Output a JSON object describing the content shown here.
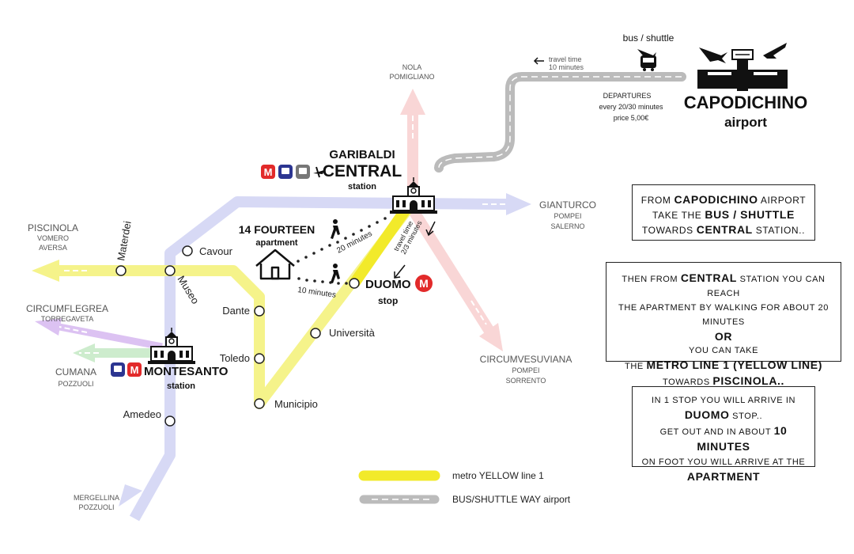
{
  "airport": {
    "name": "CAPODICHINO",
    "sub": "airport",
    "transport": "bus / shuttle",
    "travel_line1": "travel time",
    "travel_line2": "10 minutes",
    "departures": "DEPARTURES",
    "frequency": "every 20/30 minutes",
    "price": "price 5,00€"
  },
  "central": {
    "line1": "GARIBALDI",
    "line2": "CENTRAL",
    "line3": "station"
  },
  "apartment": {
    "line1": "14 FOURTEEN",
    "line2": "apartment",
    "walk_long": "20 minutes",
    "walk_short": "10 minutes",
    "travel_time_label": "travel time",
    "travel_time_value": "2/3 minutes"
  },
  "duomo": {
    "line1": "DUOMO",
    "line2": "stop"
  },
  "montesanto": {
    "line1": "MONTESANTO",
    "line2": "station"
  },
  "stations": {
    "materdei": "Materdei",
    "cavour": "Cavour",
    "museo": "Museo",
    "dante": "Dante",
    "toledo": "Toledo",
    "municipio": "Municipio",
    "universita": "Università",
    "amedeo": "Amedeo"
  },
  "destinations": {
    "nola": "NOLA",
    "pomigliano": "POMIGLIANO",
    "gianturco": "GIANTURCO",
    "gianturco_sub1": "POMPEI",
    "gianturco_sub2": "SALERNO",
    "piscinola": "PISCINOLA",
    "piscinola_sub1": "VOMERO",
    "piscinola_sub2": "AVERSA",
    "circumflegrea": "CIRCUMFLEGREA",
    "circumflegrea_sub": "TORREGAVETA",
    "cumana": "CUMANA",
    "cumana_sub": "POZZUOLI",
    "circumvesuviana": "CIRCUMVESUVIANA",
    "circumvesuviana_sub1": "POMPEI",
    "circumvesuviana_sub2": "SORRENTO",
    "mergellina": "MERGELLINA",
    "mergellina_sub": "POZZUOLI"
  },
  "metro_icon_letter": "M",
  "legend": {
    "yellow_line": "metro YELLOW line 1",
    "bus_way": "BUS/SHUTTLE WAY airport"
  },
  "colors": {
    "yellow_line": "#f5f15c",
    "yellow_strong": "#f2ea2a",
    "blue_line": "#d7d9f5",
    "red_line": "#f9d6d6",
    "purple_line": "#d9b8ee",
    "green_line": "#cdeccd",
    "metro_red": "#e22a2a",
    "train_blue": "#2c3591",
    "road_gray": "#bbbbbb"
  },
  "instructions": {
    "box1": {
      "l1a": "FROM",
      "l1b": "CAPODICHINO",
      "l1c": "AIRPORT",
      "l2a": "TAKE THE",
      "l2b": "BUS / SHUTTLE",
      "l3a": "TOWARDS",
      "l3b": "CENTRAL",
      "l3c": "STATION.."
    },
    "box2": {
      "l1a": "THEN FROM",
      "l1b": "CENTRAL",
      "l1c": "STATION YOU CAN REACH",
      "l2": "THE APARTMENT BY WALKING FOR ABOUT 20 MINUTES",
      "l3": "OR",
      "l4": "YOU CAN TAKE",
      "l5a": "THE",
      "l5b": "METRO LINE 1 (YELLOW LINE)",
      "l6a": "TOWARDS",
      "l6b": "PISCINOLA.."
    },
    "box3": {
      "l1": "IN 1 STOP YOU WILL ARRIVE IN",
      "l2a": "DUOMO",
      "l2b": "STOP..",
      "l3a": "GET OUT AND IN ABOUT",
      "l3b": "10 MINUTES",
      "l4": "ON FOOT YOU WILL ARRIVE AT THE",
      "l5": "APARTMENT"
    }
  }
}
